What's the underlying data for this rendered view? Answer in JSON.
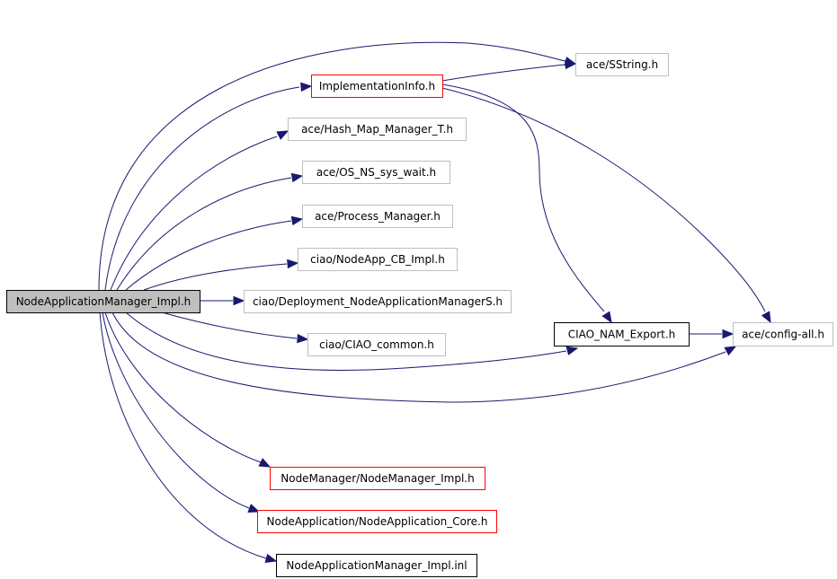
{
  "colors": {
    "edge": "#191970",
    "root_fill": "#bfbfbf",
    "border_red": "#ff0000",
    "border_black": "#000000",
    "border_gray": "#bfbfbf",
    "background": "#ffffff"
  },
  "nodes": [
    {
      "id": "root",
      "label": "NodeApplicationManager_Impl.h",
      "style": "root"
    },
    {
      "id": "sstring",
      "label": "ace/SString.h",
      "style": "gray"
    },
    {
      "id": "impl_info",
      "label": "ImplementationInfo.h",
      "style": "red"
    },
    {
      "id": "hash_map",
      "label": "ace/Hash_Map_Manager_T.h",
      "style": "gray"
    },
    {
      "id": "os_ns",
      "label": "ace/OS_NS_sys_wait.h",
      "style": "gray"
    },
    {
      "id": "proc_mgr",
      "label": "ace/Process_Manager.h",
      "style": "gray"
    },
    {
      "id": "nodeapp_cb",
      "label": "ciao/NodeApp_CB_Impl.h",
      "style": "gray"
    },
    {
      "id": "deploy",
      "label": "ciao/Deployment_NodeApplicationManagerS.h",
      "style": "gray"
    },
    {
      "id": "ciao_common",
      "label": "ciao/CIAO_common.h",
      "style": "gray"
    },
    {
      "id": "nam_export",
      "label": "CIAO_NAM_Export.h",
      "style": "black"
    },
    {
      "id": "config_all",
      "label": "ace/config-all.h",
      "style": "gray"
    },
    {
      "id": "node_mgr",
      "label": "NodeManager/NodeManager_Impl.h",
      "style": "red"
    },
    {
      "id": "nodeapp_core",
      "label": "NodeApplication/NodeApplication_Core.h",
      "style": "red"
    },
    {
      "id": "nam_inl",
      "label": "NodeApplicationManager_Impl.inl",
      "style": "black"
    }
  ],
  "edges": [
    {
      "from": "root",
      "to": "sstring"
    },
    {
      "from": "root",
      "to": "impl_info"
    },
    {
      "from": "root",
      "to": "hash_map"
    },
    {
      "from": "root",
      "to": "os_ns"
    },
    {
      "from": "root",
      "to": "proc_mgr"
    },
    {
      "from": "root",
      "to": "nodeapp_cb"
    },
    {
      "from": "root",
      "to": "deploy"
    },
    {
      "from": "root",
      "to": "ciao_common"
    },
    {
      "from": "root",
      "to": "nam_export"
    },
    {
      "from": "root",
      "to": "config_all"
    },
    {
      "from": "root",
      "to": "node_mgr"
    },
    {
      "from": "root",
      "to": "nodeapp_core"
    },
    {
      "from": "root",
      "to": "nam_inl"
    },
    {
      "from": "impl_info",
      "to": "sstring"
    },
    {
      "from": "impl_info",
      "to": "nam_export"
    },
    {
      "from": "impl_info",
      "to": "config_all"
    },
    {
      "from": "nam_export",
      "to": "config_all"
    }
  ]
}
